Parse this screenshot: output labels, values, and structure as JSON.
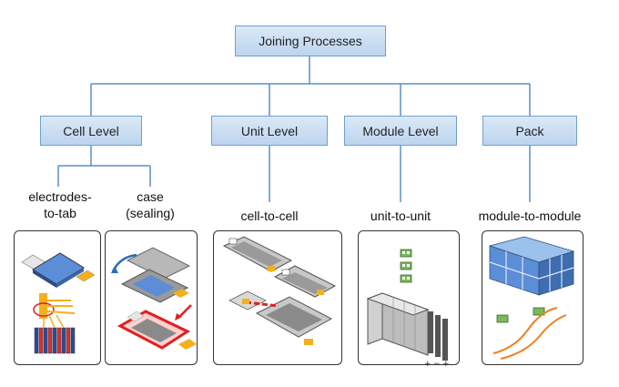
{
  "root": {
    "label": "Joining Processes"
  },
  "levels": [
    {
      "label": "Cell Level"
    },
    {
      "label": "Unit Level"
    },
    {
      "label": "Module Level"
    },
    {
      "label": "Pack"
    }
  ],
  "captions": {
    "electrodes_line1": "electrodes-",
    "electrodes_line2": "to-tab",
    "case_line1": "case",
    "case_line2": "(sealing)",
    "cell_to_cell": "cell-to-cell",
    "unit_to_unit": "unit-to-unit",
    "module_to_module": "module-to-module"
  },
  "colors": {
    "box_fill": "#c9dcf1",
    "box_border": "#6f9fd0",
    "connector": "#5b8fc7",
    "panel_border": "#333333"
  }
}
